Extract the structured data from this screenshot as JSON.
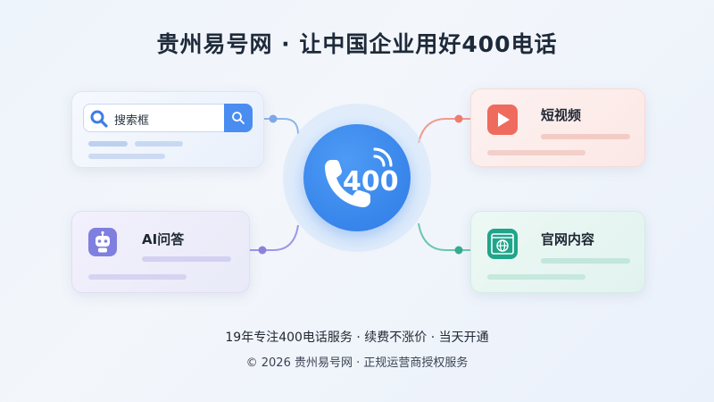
{
  "header": {
    "title": "贵州易号网 · 让中国企业用好400电话"
  },
  "hub": {
    "label": "400",
    "icon": "phone-call-icon",
    "color": "#3a86ee"
  },
  "cards": {
    "search": {
      "placeholder": "搜索框",
      "icon": "search-icon",
      "accent": "#4a8df0"
    },
    "ai": {
      "label": "AI问答",
      "icon": "robot-icon",
      "accent": "#7f7fe0"
    },
    "video": {
      "label": "短视频",
      "icon": "play-icon",
      "accent": "#ef6b5e"
    },
    "web": {
      "label": "官网内容",
      "icon": "globe-browser-icon",
      "accent": "#1fa58a"
    }
  },
  "footer": {
    "line1": "19年专注400电话服务 · 续费不涨价 · 当天开通",
    "line2": "© 2026 贵州易号网 · 正规运营商授权服务"
  }
}
